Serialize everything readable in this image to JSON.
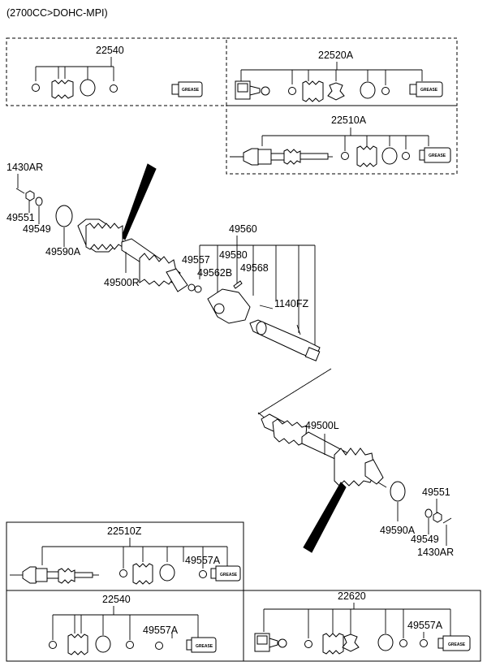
{
  "header": {
    "engine_spec": "(2700CC>DOHC-MPI)"
  },
  "kits": {
    "k22540_top": "22540",
    "k22520A": "22520A",
    "k22510A": "22510A",
    "k22510Z": "22510Z",
    "k22540_bottom": "22540",
    "k22620": "22620"
  },
  "grease_label": "GREASE",
  "parts": {
    "p1430AR_r": "1430AR",
    "p49551_r": "49551",
    "p49549_r": "49549",
    "p49590A_r": "49590A",
    "p49500R": "49500R",
    "p49560": "49560",
    "p49557": "49557",
    "p49580": "49580",
    "p49562B": "49562B",
    "p49568": "49568",
    "p1140FZ": "1140FZ",
    "p49500L": "49500L",
    "p49551_l": "49551",
    "p49590A_l": "49590A",
    "p49549_l": "49549",
    "p1430AR_l": "1430AR",
    "p49557A_1": "49557A",
    "p49557A_2": "49557A",
    "p49557A_3": "49557A"
  }
}
